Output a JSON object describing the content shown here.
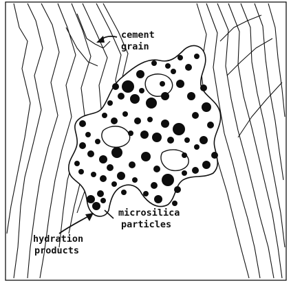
{
  "figure": {
    "labels": {
      "cement_grain": [
        "cement",
        "grain"
      ],
      "microsilica": [
        "microsilica",
        "particles"
      ],
      "hydration": [
        "hydration",
        "products"
      ]
    },
    "colors": {
      "background": "#ffffff",
      "ink": "#111111",
      "particle": "#0d0d0d"
    }
  }
}
